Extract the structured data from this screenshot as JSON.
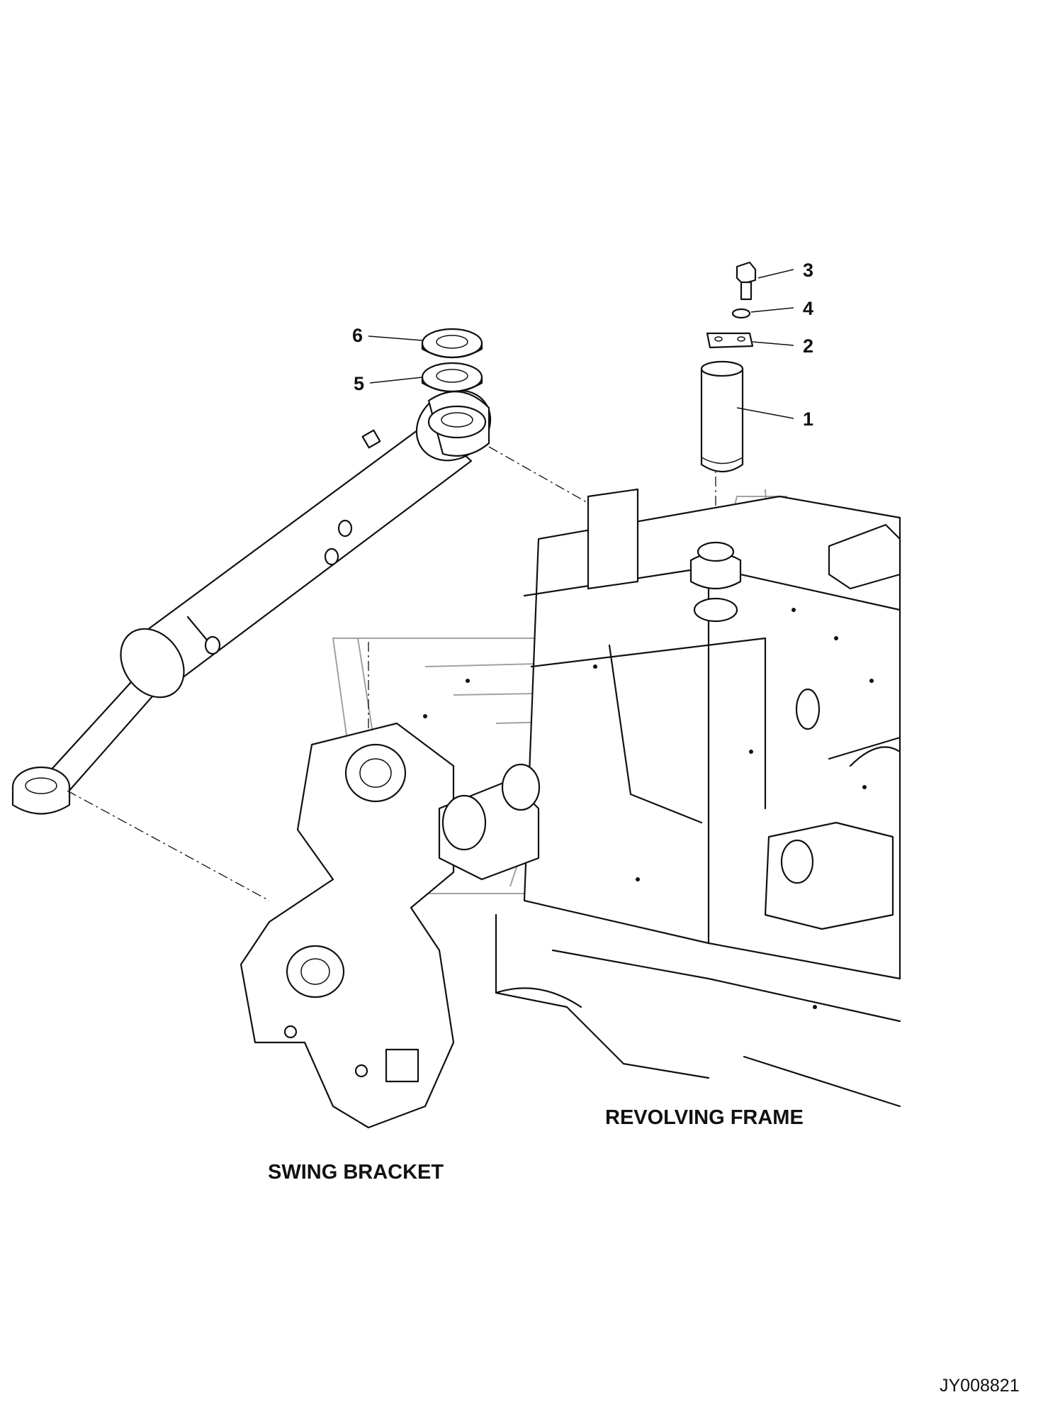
{
  "callouts": {
    "c1": "1",
    "c2": "2",
    "c3": "3",
    "c4": "4",
    "c5": "5",
    "c6": "6"
  },
  "labels": {
    "revolving_frame": "REVOLVING FRAME",
    "swing_bracket": "SWING BRACKET"
  },
  "drawing_code": "JY008821"
}
